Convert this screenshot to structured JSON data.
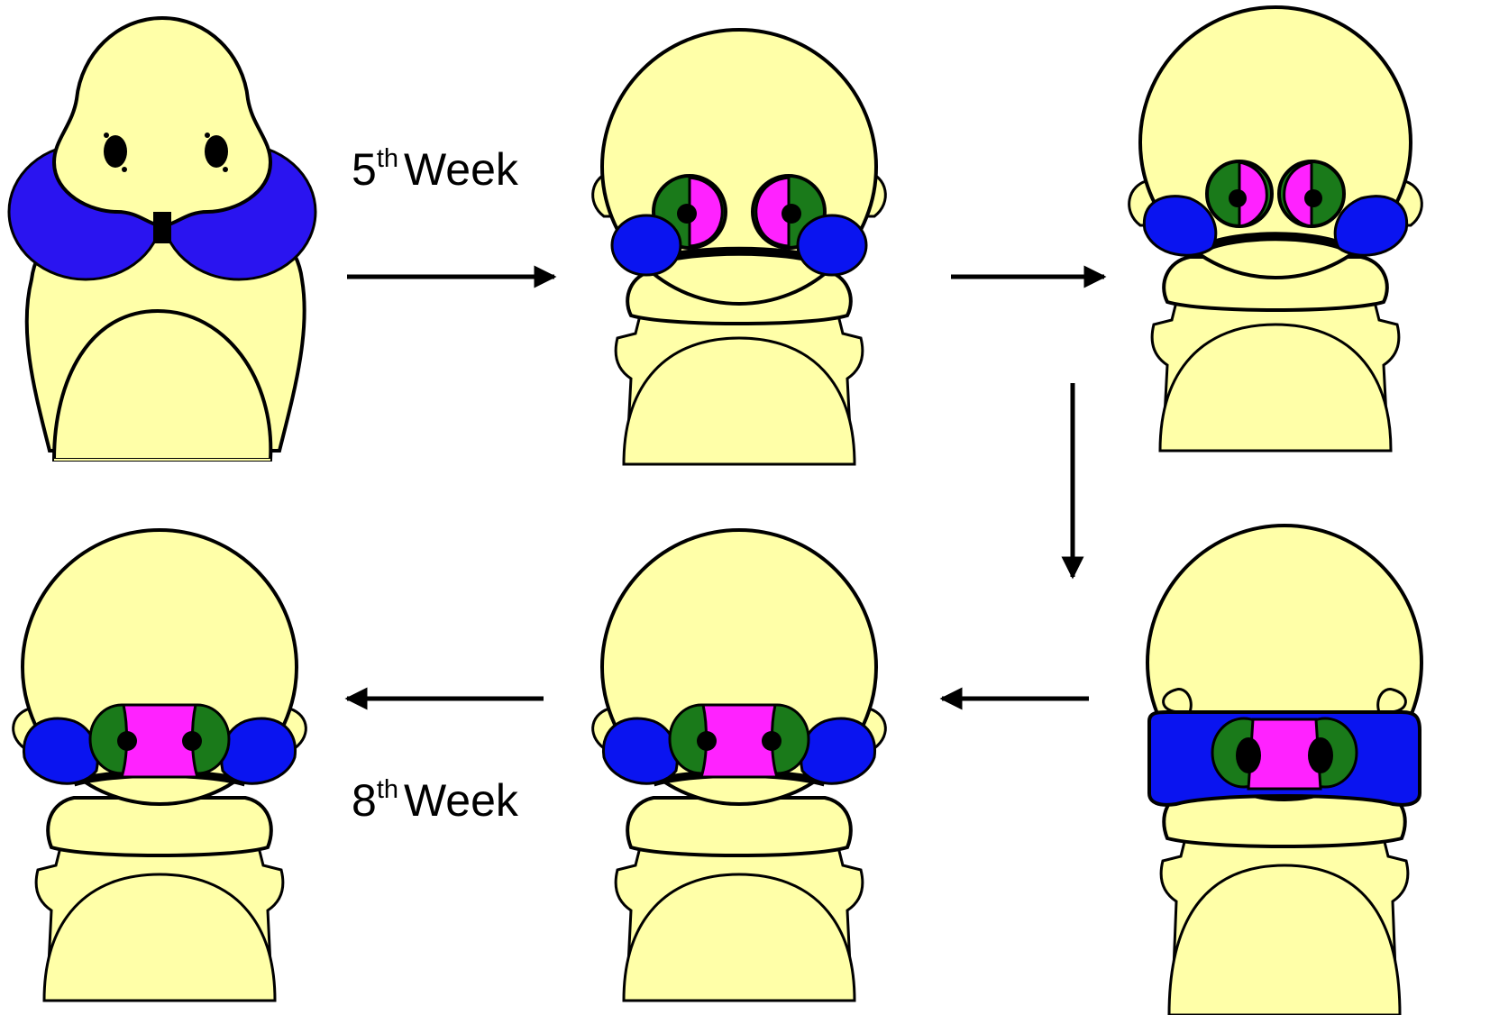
{
  "labels": {
    "start_week_num": "5",
    "start_week_sup": "th",
    "start_week_word": "Week",
    "end_week_num": "8",
    "end_week_sup": "th",
    "end_week_word": "Week"
  },
  "colors": {
    "skin": "#ffffa8",
    "maxillary": "#0a14f0",
    "maxillary_first": "#2a14f0",
    "lateral_nasal": "#1a7a1a",
    "medial_nasal": "#ff22ff",
    "mandibular": "#f5a02a",
    "outline": "#000000"
  },
  "icons": {
    "sequence_arrow": "right-arrow"
  }
}
